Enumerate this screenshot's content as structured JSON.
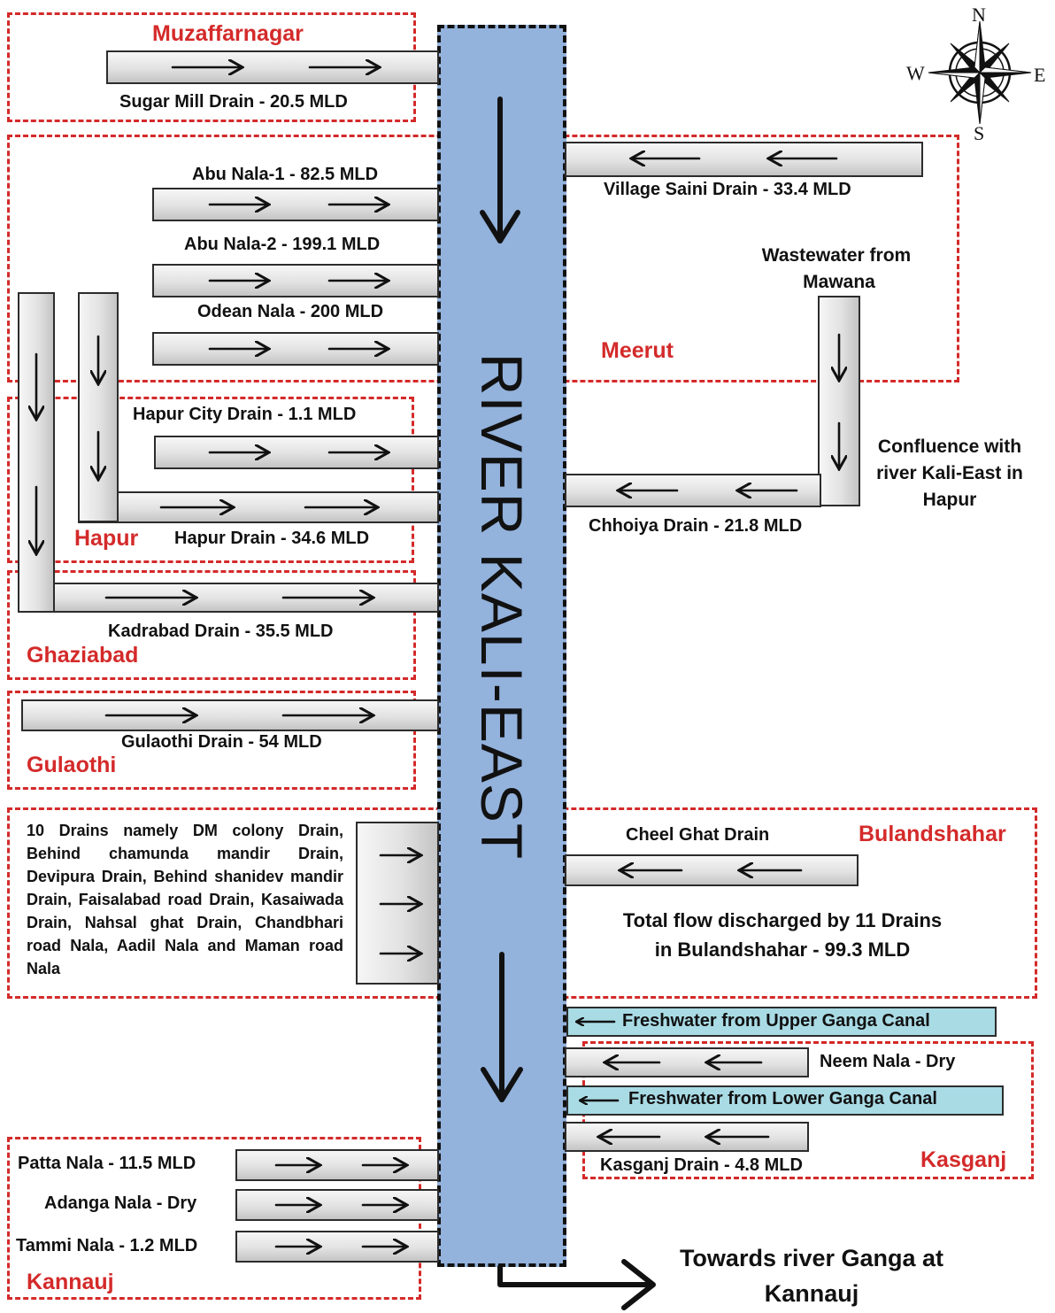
{
  "river": {
    "name": "RIVER KALI-EAST"
  },
  "compass": {
    "n": "N",
    "s": "S",
    "e": "E",
    "w": "W"
  },
  "regions": {
    "muzaffarnagar": "Muzaffarnagar",
    "meerut": "Meerut",
    "hapur": "Hapur",
    "ghaziabad": "Ghaziabad",
    "gulaothi": "Gulaothi",
    "bulandshahar": "Bulandshahar",
    "kasganj": "Kasganj",
    "kannauj": "Kannauj"
  },
  "drains": {
    "sugar_mill": "Sugar Mill Drain - 20.5 MLD",
    "abu_nala_1": "Abu Nala-1 - 82.5 MLD",
    "abu_nala_2": "Abu Nala-2 - 199.1 MLD",
    "odean_nala": "Odean Nala - 200 MLD",
    "village_saini": "Village Saini Drain - 33.4 MLD",
    "hapur_city": "Hapur City Drain - 1.1 MLD",
    "hapur_drain": "Hapur Drain - 34.6 MLD",
    "chhoiya": "Chhoiya Drain - 21.8 MLD",
    "kadrabad": "Kadrabad Drain - 35.5 MLD",
    "gulaothi_drain": "Gulaothi Drain - 54 MLD",
    "cheel_ghat": "Cheel Ghat Drain",
    "neem_nala": "Neem Nala - Dry",
    "kasganj_drain": "Kasganj Drain - 4.8 MLD",
    "patta_nala": "Patta Nala - 11.5 MLD",
    "adanga_nala": "Adanga Nala - Dry",
    "tammi_nala": "Tammi Nala - 1.2 MLD"
  },
  "notes": {
    "mawana_1": "Wastewater from",
    "mawana_2": "Mawana",
    "confluence_1": "Confluence with",
    "confluence_2": "river Kali-East in",
    "confluence_3": "Hapur",
    "ten_drains": "10 Drains namely DM colony Drain, Behind chamunda mandir Drain, Devipura Drain, Behind shanidev mandir Drain, Faisalabad road Drain, Kasaiwada Drain, Nahsal ghat Drain, Chandbhari road Nala, Aadil Nala and Maman road Nala",
    "total_flow_1": "Total flow discharged by 11 Drains",
    "total_flow_2": "in Bulandshahar  - 99.3 MLD",
    "fresh_upper": "Freshwater from Upper Ganga Canal",
    "fresh_lower": "Freshwater from Lower Ganga Canal",
    "towards_1": "Towards river Ganga at",
    "towards_2": "Kannauj"
  }
}
